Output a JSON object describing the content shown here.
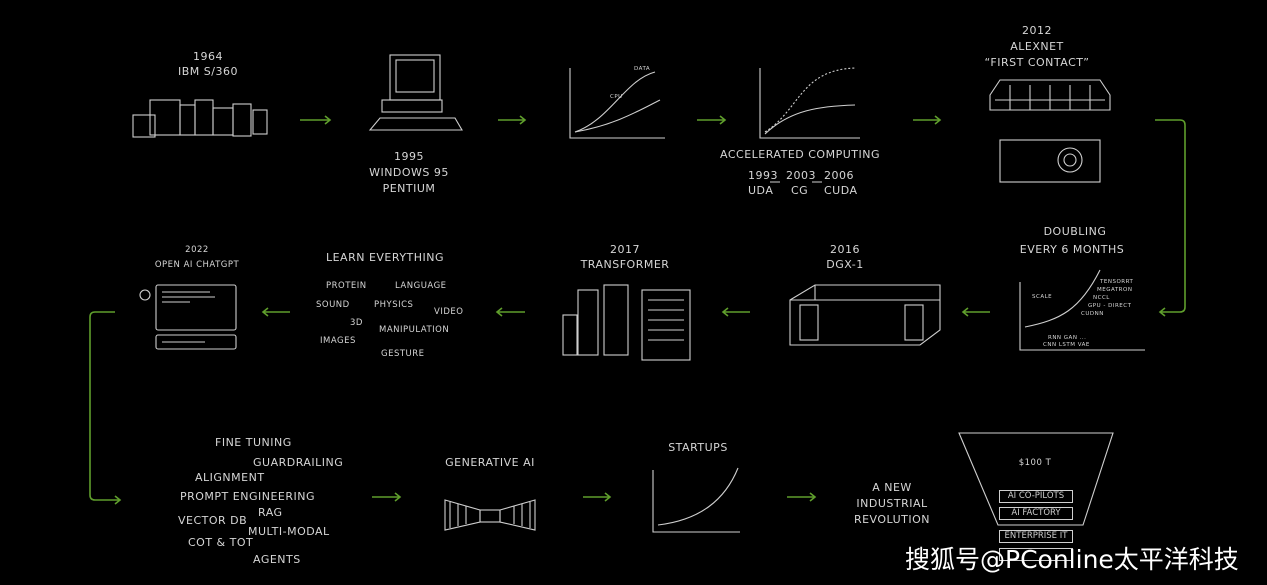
{
  "colors": {
    "background": "#000000",
    "sketch": "#cfcfcf",
    "arrow": "#5f9e2c"
  },
  "top_row": {
    "ibm": {
      "year": "1964",
      "name": "IBM S/360"
    },
    "windows": {
      "year": "1995",
      "line1": "WINDOWS 95",
      "line2": "PENTIUM"
    },
    "cpu_chart": {
      "label_data": "DATA",
      "label_cpu": "CPU"
    },
    "accelerated": {
      "title": "ACCELERATED COMPUTING",
      "years": [
        "1993",
        "2003",
        "2006"
      ],
      "names": [
        "UDA",
        "CG",
        "CUDA"
      ]
    },
    "alexnet": {
      "year": "2012",
      "name": "ALEXNET",
      "tagline": "“FIRST CONTACT”"
    }
  },
  "middle_row": {
    "doubling": {
      "line1": "DOUBLING",
      "line2": "EVERY 6 MONTHS",
      "scale": "SCALE",
      "stack": [
        "TENSORRT",
        "MEGATRON",
        "NCCL",
        "GPU - DIRECT",
        "CUDNN"
      ],
      "models1": "RNN  GAN ...",
      "models2": "CNN  LSTM  VAE"
    },
    "dgx": {
      "year": "2016",
      "name": "DGX-1"
    },
    "transformer": {
      "year": "2017",
      "name": "TRANSFORMER"
    },
    "learn": {
      "title": "LEARN EVERYTHING",
      "words": [
        "PROTEIN",
        "LANGUAGE",
        "SOUND",
        "PHYSICS",
        "VIDEO",
        "3D",
        "MANIPULATION",
        "IMAGES",
        "GESTURE"
      ]
    },
    "chatgpt": {
      "year": "2022",
      "name": "OPEN AI CHATGPT"
    }
  },
  "bottom_row": {
    "techniques": [
      "FINE TUNING",
      "GUARDRAILING",
      "ALIGNMENT",
      "PROMPT ENGINEERING",
      "RAG",
      "VECTOR DB",
      "MULTI-MODAL",
      "COT & TOT",
      "AGENTS"
    ],
    "generative": "GENERATIVE AI",
    "startups": "STARTUPS",
    "revolution": [
      "A NEW",
      "INDUSTRIAL",
      "REVOLUTION"
    ],
    "funnel": {
      "value": "$100 T",
      "boxes": [
        "AI CO-PILOTS",
        "AI FACTORY",
        "ENTERPRISE IT"
      ]
    }
  },
  "watermark": "搜狐号@PConline太平洋科技"
}
